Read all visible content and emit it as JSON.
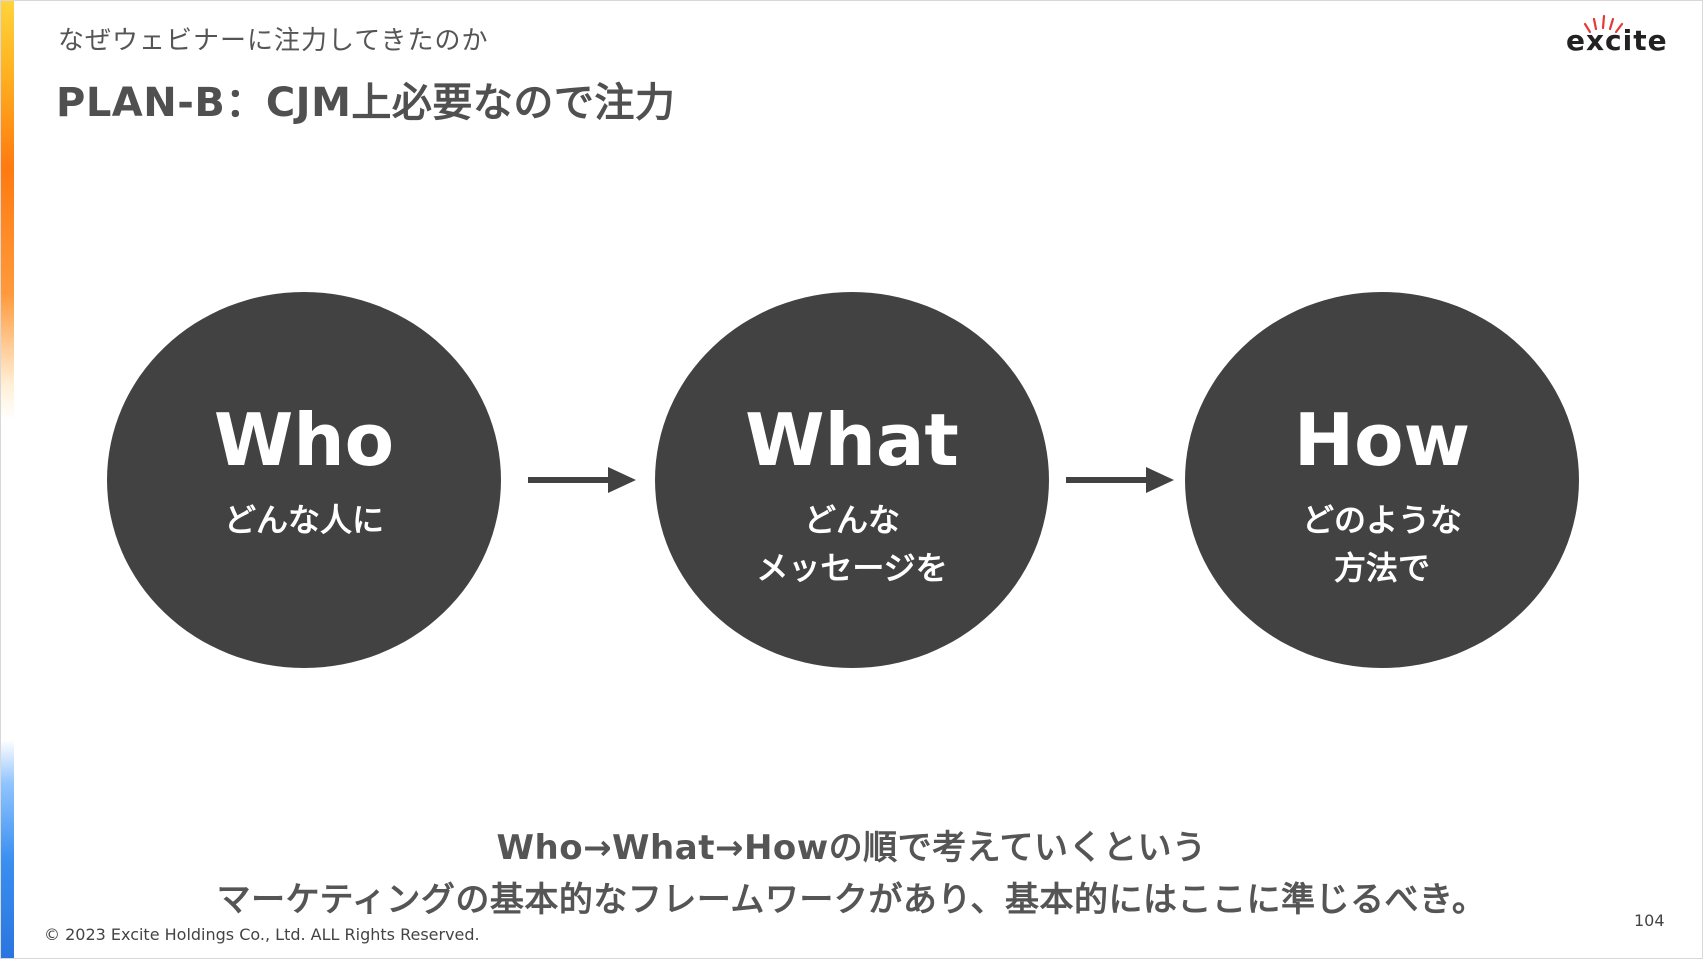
{
  "header": {
    "subtitle": "なぜウェビナーに注力してきたのか",
    "title": "PLAN-B：CJM上必要なので注力"
  },
  "logo": {
    "text": "excite",
    "icon": "excite-logo-icon"
  },
  "circles": [
    {
      "word": "Who",
      "sub_lines": [
        "どんな人に"
      ]
    },
    {
      "word": "What",
      "sub_lines": [
        "どんな",
        "メッセージを"
      ]
    },
    {
      "word": "How",
      "sub_lines": [
        "どのような",
        "方法で"
      ]
    }
  ],
  "arrows": [
    {
      "icon": "arrow-right-icon"
    },
    {
      "icon": "arrow-right-icon"
    }
  ],
  "summary": {
    "line1": "Who→What→Howの順で考えていくという",
    "line2": "マーケティングの基本的なフレームワークがあり、基本的にはここに準じるべき。"
  },
  "footer": {
    "copyright": "© 2023 Excite Holdings Co., Ltd. ALL Rights Reserved.",
    "page_number": "104"
  },
  "colors": {
    "circle_fill": "#424242",
    "text_dark": "#555555",
    "accent_orange": "#ff7a10",
    "accent_blue": "#3a8ff0",
    "logo_red": "#e53935"
  }
}
